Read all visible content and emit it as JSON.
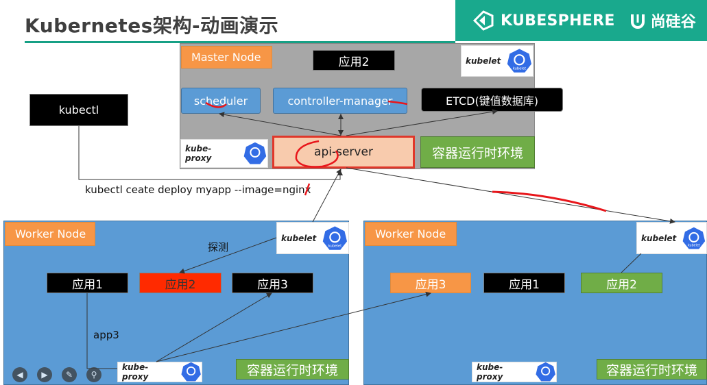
{
  "header": {
    "title": "Kubernetes架构-动画演示",
    "brand": "KUBESPHERE",
    "brand_cn": "尚硅谷"
  },
  "master": {
    "label": "Master Node",
    "app": "应用2",
    "kubelet": "kubelet",
    "scheduler": "scheduler",
    "controller": "controller-manager",
    "etcd": "ETCD(键值数据库)",
    "kube_proxy": "kube-proxy",
    "api_server": "api-server",
    "runtime": "容器运行时环境"
  },
  "kubectl": {
    "label": "kubectl",
    "command": "kubectl ceate deploy myapp --image=nginx"
  },
  "worker1": {
    "label": "Worker Node",
    "kubelet": "kubelet",
    "probe": "探测",
    "apps": [
      "应用1",
      "应用2",
      "应用3"
    ],
    "app3_label": "app3",
    "kube_proxy": "kube-proxy",
    "runtime": "容器运行时环境"
  },
  "worker2": {
    "label": "Worker Node",
    "kubelet": "kubelet",
    "apps": [
      "应用3",
      "应用1",
      "应用2"
    ],
    "kube_proxy": "kube-proxy",
    "runtime": "容器运行时环境"
  },
  "colors": {
    "accent": "#19a98d",
    "master_bg": "#a7a7a7",
    "worker_bg": "#5b9bd5",
    "orange": "#f79646",
    "red_app": "#ff2a00",
    "green": "#70ad47",
    "annotation_red": "#e8161b"
  }
}
